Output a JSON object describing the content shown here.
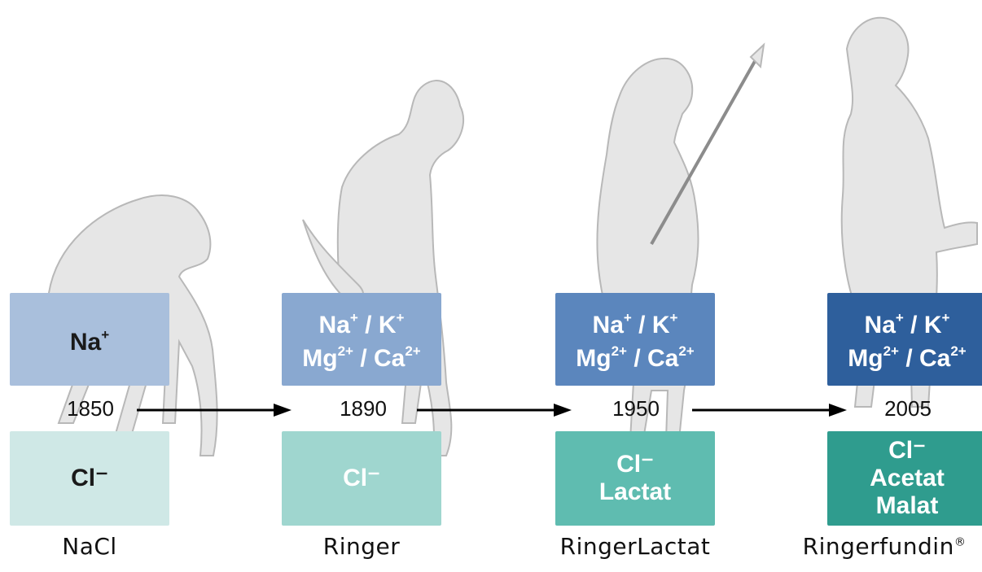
{
  "stages": [
    {
      "name": "NaCl",
      "year": "1850",
      "cations": [
        {
          "parts": [
            {
              "t": "Na"
            },
            {
              "t": "+",
              "sup": true
            }
          ]
        }
      ],
      "anions": [
        "Cl⁻"
      ],
      "top_color": "#a9bfdc",
      "bottom_color": "#cfe8e6",
      "figure": "ape-figure"
    },
    {
      "name": "Ringer",
      "year": "1890",
      "cations": [
        {
          "parts": [
            {
              "t": "Na"
            },
            {
              "t": "+",
              "sup": true
            },
            {
              "t": " / K"
            },
            {
              "t": "+",
              "sup": true
            }
          ]
        },
        {
          "parts": [
            {
              "t": "Mg"
            },
            {
              "t": "2+",
              "sup": true
            },
            {
              "t": " / Ca"
            },
            {
              "t": "2+",
              "sup": true
            }
          ]
        }
      ],
      "anions": [
        "Cl⁻"
      ],
      "top_color": "#89a8d0",
      "bottom_color": "#9fd6cf",
      "figure": "hunched-hominid-figure"
    },
    {
      "name": "RingerLactat",
      "year": "1950",
      "cations": [
        {
          "parts": [
            {
              "t": "Na"
            },
            {
              "t": "+",
              "sup": true
            },
            {
              "t": " / K"
            },
            {
              "t": "+",
              "sup": true
            }
          ]
        },
        {
          "parts": [
            {
              "t": "Mg"
            },
            {
              "t": "2+",
              "sup": true
            },
            {
              "t": " / Ca"
            },
            {
              "t": "2+",
              "sup": true
            }
          ]
        }
      ],
      "anions": [
        "Cl⁻",
        "Lactat"
      ],
      "top_color": "#5b86bd",
      "bottom_color": "#5fbcb0",
      "figure": "hominid-with-spear-figure"
    },
    {
      "name": "Ringerfundin",
      "name_mark": "®",
      "year": "2005",
      "cations": [
        {
          "parts": [
            {
              "t": "Na"
            },
            {
              "t": "+",
              "sup": true
            },
            {
              "t": " / K"
            },
            {
              "t": "+",
              "sup": true
            }
          ]
        },
        {
          "parts": [
            {
              "t": "Mg"
            },
            {
              "t": "2+",
              "sup": true
            },
            {
              "t": " / Ca"
            },
            {
              "t": "2+",
              "sup": true
            }
          ]
        }
      ],
      "anions": [
        "Cl⁻",
        "Acetat",
        "Malat"
      ],
      "top_color": "#2e5f9c",
      "bottom_color": "#2f9c8e",
      "figure": "modern-human-figure"
    }
  ]
}
